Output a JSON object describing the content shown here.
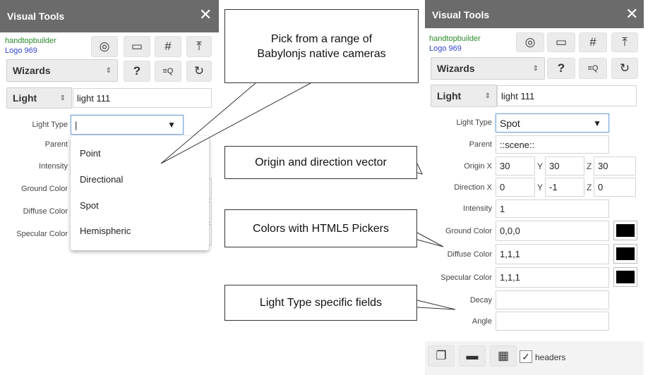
{
  "left_panel": {
    "title": "Visual Tools",
    "close": "✕",
    "user_name": "handtopbuilder",
    "user_logo": "Logo 969",
    "wizards": "Wizards",
    "entity_type": "Light",
    "entity_name": "light 111",
    "labels": {
      "light_type": "Light Type",
      "parent": "Parent",
      "intensity": "Intensity",
      "ground_color": "Ground Color",
      "diffuse_color": "Diffuse Color",
      "specular_color": "Specular Color"
    },
    "light_type_value": "|",
    "dropdown_options": [
      "Point",
      "Directional",
      "Spot",
      "Hemispheric"
    ]
  },
  "right_panel": {
    "title": "Visual Tools",
    "close": "✕",
    "user_name": "handtopbuilder",
    "user_logo": "Logo 969",
    "wizards": "Wizards",
    "entity_type": "Light",
    "entity_name": "light 111",
    "labels": {
      "light_type": "Light Type",
      "parent": "Parent",
      "origin": "Origin X",
      "direction": "Direction X",
      "intensity": "Intensity",
      "ground_color": "Ground Color",
      "diffuse_color": "Diffuse Color",
      "specular_color": "Specular Color",
      "decay": "Decay",
      "angle": "Angle"
    },
    "values": {
      "light_type": "Spot",
      "parent": "::scene::",
      "origin_x": "30",
      "origin_y": "30",
      "origin_z": "30",
      "direction_x": "0",
      "direction_y": "-1",
      "direction_z": "0",
      "intensity": "1",
      "ground_color": "0,0,0",
      "diffuse_color": "1,1,1",
      "specular_color": "1,1,1",
      "decay": "",
      "angle": ""
    },
    "axis_y": "Y",
    "axis_z": "Z",
    "headers_label": "headers",
    "headers_checked": "✓"
  },
  "callouts": {
    "cameras": "Pick from a range of Babylonjs native cameras",
    "origin": "Origin and direction vector",
    "colors": "Colors with HTML5 Pickers",
    "specific": "Light Type specific fields"
  },
  "icons": {
    "layers": "◎",
    "panel": "▭",
    "grid": "#",
    "upload": "⤒",
    "help": "?",
    "search_list": "≡Q",
    "refresh": "↻",
    "dropdown": "▼",
    "stepper": "⇕",
    "copy": "❐",
    "bar": "▬",
    "tiles": "▦"
  }
}
